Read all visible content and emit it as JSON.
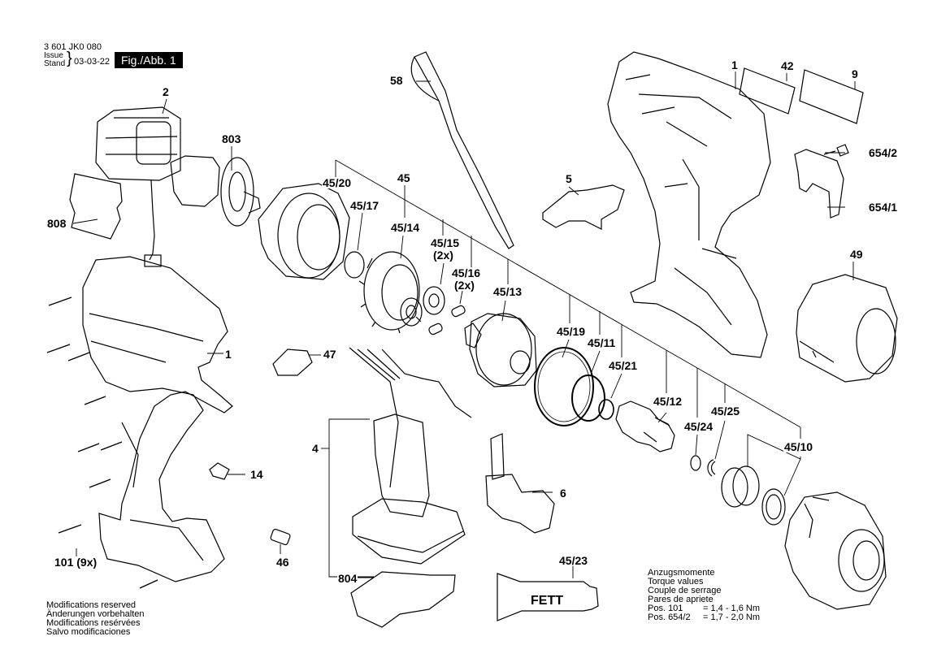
{
  "header": {
    "doc_number": "3 601 JK0 080",
    "issue_label": "Issue",
    "stand_label": "Stand",
    "date": "03-03-22",
    "figure_label": "Fig./Abb. 1"
  },
  "footer_notes": [
    "Modifications reserved",
    "Änderungen vorbehalten",
    "Modifications resérvées",
    "Salvo modificaciones"
  ],
  "torque": {
    "lines": [
      "Anzugsmomente",
      "Torque values",
      "Couple de serrage",
      "Pares de apriete"
    ],
    "specs": [
      {
        "pos": "Pos. 101",
        "value": "= 1,4 - 1,6 Nm"
      },
      {
        "pos": "Pos. 654/2",
        "value": "= 1,7 - 2,0 Nm"
      }
    ]
  },
  "grease_label": "FETT",
  "callouts": {
    "p2": "2",
    "p803": "803",
    "p808": "808",
    "p58": "58",
    "p1": "1",
    "p42": "42",
    "p9": "9",
    "p654_2": "654/2",
    "p654_1": "654/1",
    "p5": "5",
    "p45_20": "45/20",
    "p45": "45",
    "p45_17": "45/17",
    "p45_14": "45/14",
    "p45_15": "45/15",
    "p45_15q": "(2x)",
    "p45_16": "45/16",
    "p45_16q": "(2x)",
    "p45_13": "45/13",
    "p49": "49",
    "p1b": "1",
    "p47": "47",
    "p45_19": "45/19",
    "p45_11": "45/11",
    "p45_21": "45/21",
    "p45_12": "45/12",
    "p45_24": "45/24",
    "p45_25": "45/25",
    "p45_10": "45/10",
    "p4": "4",
    "p14": "14",
    "p6": "6",
    "p101": "101 (9x)",
    "p46": "46",
    "p45_23": "45/23",
    "p804": "804"
  }
}
